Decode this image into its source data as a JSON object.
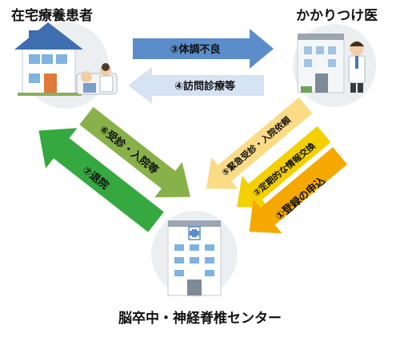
{
  "nodes": {
    "patient": {
      "label": "在宅療養患者"
    },
    "doctor": {
      "label": "かかりつけ医"
    },
    "center": {
      "label": "脳卒中・神経脊椎センター"
    }
  },
  "arrows": {
    "a1": {
      "label": "①登録の申込",
      "color": "#F5A800"
    },
    "a2": {
      "label": "②定期的な情報交換",
      "color": "#F4D000"
    },
    "a3": {
      "label": "③体調不良",
      "color": "#5B8DCB"
    },
    "a4": {
      "label": "④訪問診療等",
      "color": "#D5E3F3"
    },
    "a5": {
      "label": "⑤緊急受診・入院依頼",
      "color": "#FCDB86"
    },
    "a6": {
      "label": "⑥受診・入院等",
      "color": "#88B14A"
    },
    "a7": {
      "label": "⑦退院",
      "color": "#35A840"
    }
  },
  "colors": {
    "circle_bg": "#ECEFF1",
    "house_roof": "#3E6DB0",
    "building": "#FFFFFF",
    "hospital_cross": "#5B8DCB"
  },
  "icons": {
    "patient": "house-with-home-visit-icon",
    "doctor": "clinic-with-doctor-icon",
    "center": "hospital-building-icon"
  }
}
